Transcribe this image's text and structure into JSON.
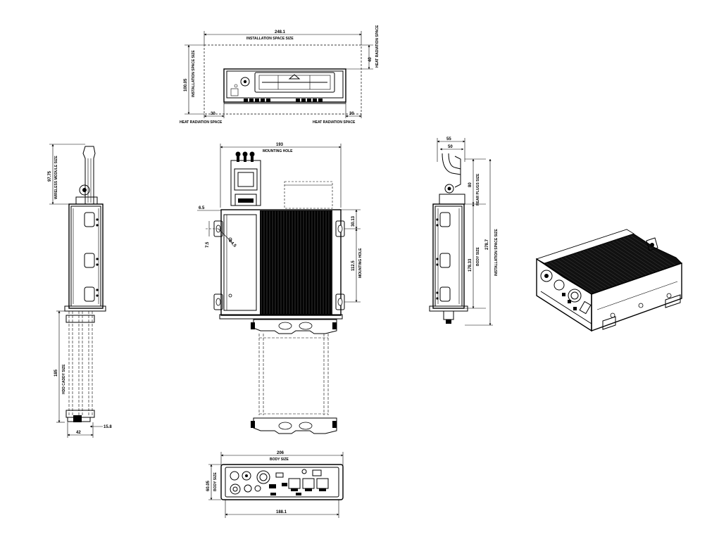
{
  "drawing": {
    "top_view": {
      "overall_width": "248.1",
      "overall_label": "INSTALLATION SPACE SIZE",
      "height_dim": "100.05",
      "height_label": "INSTALLATION SPACE SIZE",
      "heat_top_dim": "40",
      "heat_top_label": "HEAT RADIATION SPACE",
      "left_gap": "30",
      "left_gap_label": "HEAT RADIATION SPACE",
      "right_gap": "30",
      "right_gap_label": "HEAT RADIATION SPACE"
    },
    "left_side_view": {
      "module_dim": "97.75",
      "module_label": "WIRELESS MODULE SIZE",
      "caddy_dim": "185",
      "caddy_label": "HDD CADDY SIZE",
      "bottom_width": "42",
      "offset": "15.8"
    },
    "center_view": {
      "hole_width": "193",
      "hole_label": "MOUNTING HOLE",
      "edge_offset": "6.5",
      "hole_offset": "7.5",
      "hole_dia": "Φ4.5",
      "top_offset": "30.13",
      "hole_height": "112.5",
      "hole_height_label": "MOUNTING HOLE"
    },
    "right_side_view": {
      "dim_55": "55",
      "dim_50": "50",
      "plug_dim": "80",
      "plug_label": "REAR PLUGS SIZE",
      "body_dim": "178.33",
      "body_label": "BODY SIZE",
      "install_dim": "278.7",
      "install_label": "INSTALLATION SPACE SIZE"
    },
    "bottom_view": {
      "top_width": "206",
      "top_label": "BODY SIZE",
      "height_dim": "60.05",
      "height_label": "BODY SIZE",
      "bottom_width": "188.1"
    }
  }
}
